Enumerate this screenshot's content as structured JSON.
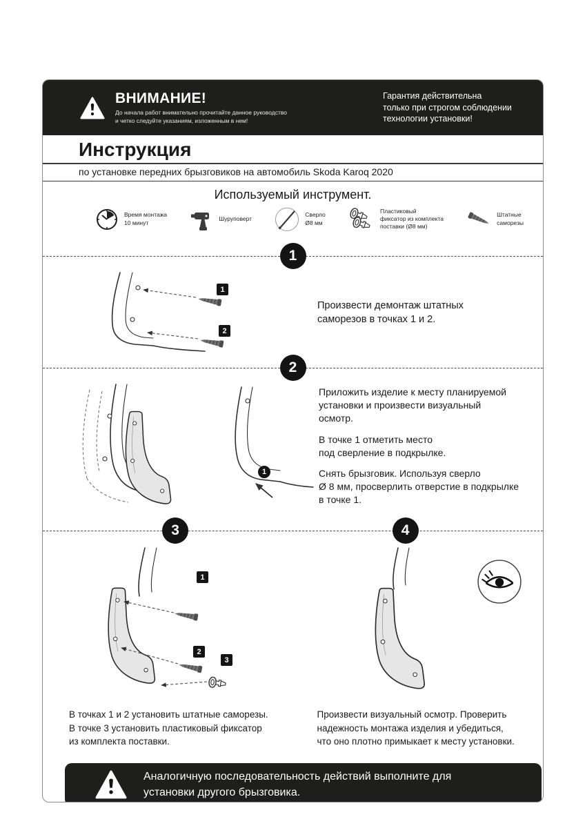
{
  "banner": {
    "title": "ВНИМАНИЕ!",
    "subtitle": "До начала работ внимательно прочитайте данное руководство\nи четко следуйте указаниям, изложенным в нем!",
    "warranty": "Гарантия действительна\nтолько при строгом соблюдении\nтехнологии установки!"
  },
  "header": {
    "title": "Инструкция",
    "subtitle": "по установке передних брызговиков на автомобиль Skoda Karoq 2020"
  },
  "tools": {
    "title": "Используемый инструмент.",
    "items": [
      {
        "icon": "clock-icon",
        "label": "Время монтажа\n10 минут"
      },
      {
        "icon": "drill-icon",
        "label": "Шуруповерт"
      },
      {
        "icon": "drill-bit-icon",
        "label": "Сверло\nØ8 мм"
      },
      {
        "icon": "plastic-fastener-icon",
        "label": "Пластиковый\nфиксатор из комплекта\nпоставки (Ø8 мм)"
      },
      {
        "icon": "screws-icon",
        "label": "Штатные\nсаморезы"
      }
    ]
  },
  "steps": {
    "step1": {
      "number": "1",
      "marker1": "1",
      "marker2": "2",
      "text": "Произвести демонтаж штатных\nсаморезов в точках 1 и 2."
    },
    "step2": {
      "number": "2",
      "marker1": "1",
      "para1": "Приложить изделие к месту планируемой\nустановки и произвести визуальный\nосмотр.",
      "para2": "В точке 1 отметить место\nпод сверление в подкрылке.",
      "para3": "Снять брызговик. Используя сверло\nØ 8 мм, просверлить отверстие в подкрылке\nв точке 1."
    },
    "step3": {
      "number": "3",
      "marker1": "1",
      "marker2": "2",
      "marker3": "3",
      "text": "В точках 1 и 2 установить штатные саморезы.\nВ точке 3 установить пластиковый фиксатор\nиз комплекта поставки."
    },
    "step4": {
      "number": "4",
      "text": "Произвести визуальный осмотр. Проверить\nнадежность монтажа изделия и убедиться,\nчто оно плотно примыкает к месту установки."
    }
  },
  "footer": {
    "text": "Аналогичную последовательность действий выполните для\nустановки другого брызговика."
  }
}
